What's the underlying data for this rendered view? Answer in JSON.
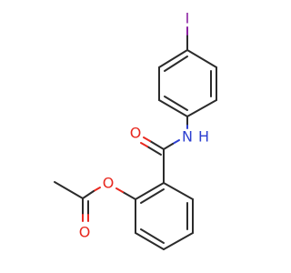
{
  "atoms": {
    "iodine": {
      "symbol": "I",
      "color": "#8a1fa0"
    },
    "amide_n": {
      "symbol": "N",
      "color": "#2c3fd0"
    },
    "amide_h": {
      "symbol": "H",
      "color": "#2c3fd0"
    },
    "carbonyl_o": {
      "symbol": "O",
      "color": "#e8281f"
    },
    "ester_o": {
      "symbol": "O",
      "color": "#e8281f"
    },
    "acetyl_o": {
      "symbol": "O",
      "color": "#e8281f"
    }
  },
  "colors": {
    "bond": "#2b2b2b",
    "background": "#ffffff"
  }
}
